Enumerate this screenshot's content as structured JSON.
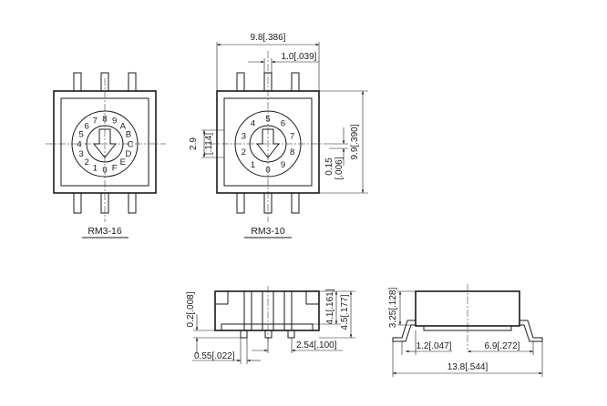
{
  "views": {
    "rm316": {
      "label": "RM3-16",
      "dial_digits": [
        "0",
        "1",
        "2",
        "3",
        "4",
        "5",
        "6",
        "7",
        "8",
        "9",
        "A",
        "B",
        "C",
        "D",
        "E",
        "F"
      ]
    },
    "rm310": {
      "label": "RM3-10",
      "dial_digits": [
        "0",
        "1",
        "2",
        "3",
        "4",
        "5",
        "6",
        "7",
        "8",
        "9"
      ]
    }
  },
  "dimensions": {
    "width_top": "9.8[.386]",
    "pin_pitch_top": "1.0[.039]",
    "height_right": "9.9[.390]",
    "offset_left_a": "2.9",
    "offset_left_b": "[.114]",
    "offset_right_a": "0.15",
    "offset_right_b": "[.006]",
    "side_standoff": "0.2[.008]",
    "side_body_h": "4.1[.161]",
    "side_total_h": "4.5[.177]",
    "pin_width": "0.55[.022]",
    "pin_pitch": "2.54[.100]",
    "end_body_h": "3.25[.128]",
    "end_lead": "1.2[.047]",
    "end_pad": "6.9[.272]",
    "end_total_w": "13.8[.544]"
  }
}
